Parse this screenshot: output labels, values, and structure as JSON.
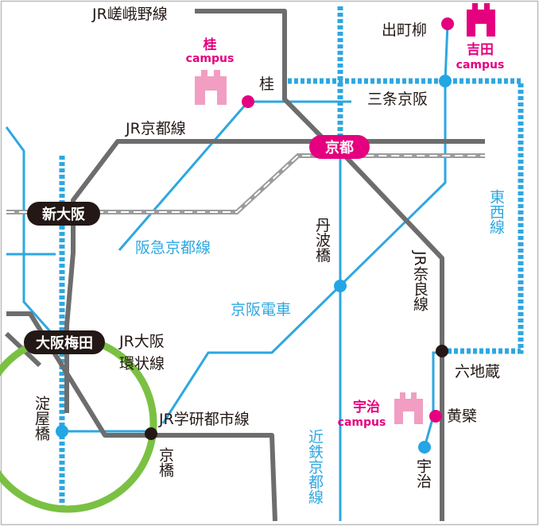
{
  "lines": {
    "jr_sagano": "JR嵯峨野線",
    "jr_kyoto": "JR京都線",
    "hankyu_kyoto": "阪急京都線",
    "keihan": "京阪電車",
    "tozai": "東西線",
    "jr_nara": "JR奈良線",
    "jr_osaka_loop_1": "JR大阪",
    "jr_osaka_loop_2": "環状線",
    "jr_gakken": "JR学研都市線",
    "kintetsu_kyoto": "近鉄京都線"
  },
  "stations": {
    "demachiyanagi": "出町柳",
    "katsura": "桂",
    "sanjo_keihan": "三条京阪",
    "kyoto": "京都",
    "shin_osaka": "新大阪",
    "tanbabashi": "丹波橋",
    "osaka_umeda": "大阪梅田",
    "rokujizo": "六地蔵",
    "yodoyabashi": "淀屋橋",
    "kyobashi": "京橋",
    "obaku": "黄檗",
    "uji": "宇治"
  },
  "campuses": {
    "katsura": {
      "name": "桂",
      "label": "campus"
    },
    "yoshida": {
      "name": "吉田",
      "label": "campus"
    },
    "uji": {
      "name": "宇治",
      "label": "campus"
    }
  },
  "colors": {
    "jr_line": "#6d6d6d",
    "private_line": "#2ea7e0",
    "loop_line": "#7ac143",
    "station_pink": "#e4007f",
    "station_blue": "#22a6e4",
    "station_black": "#231815",
    "campus_pink": "#e4007f",
    "campus_light": "#f19ec2"
  }
}
